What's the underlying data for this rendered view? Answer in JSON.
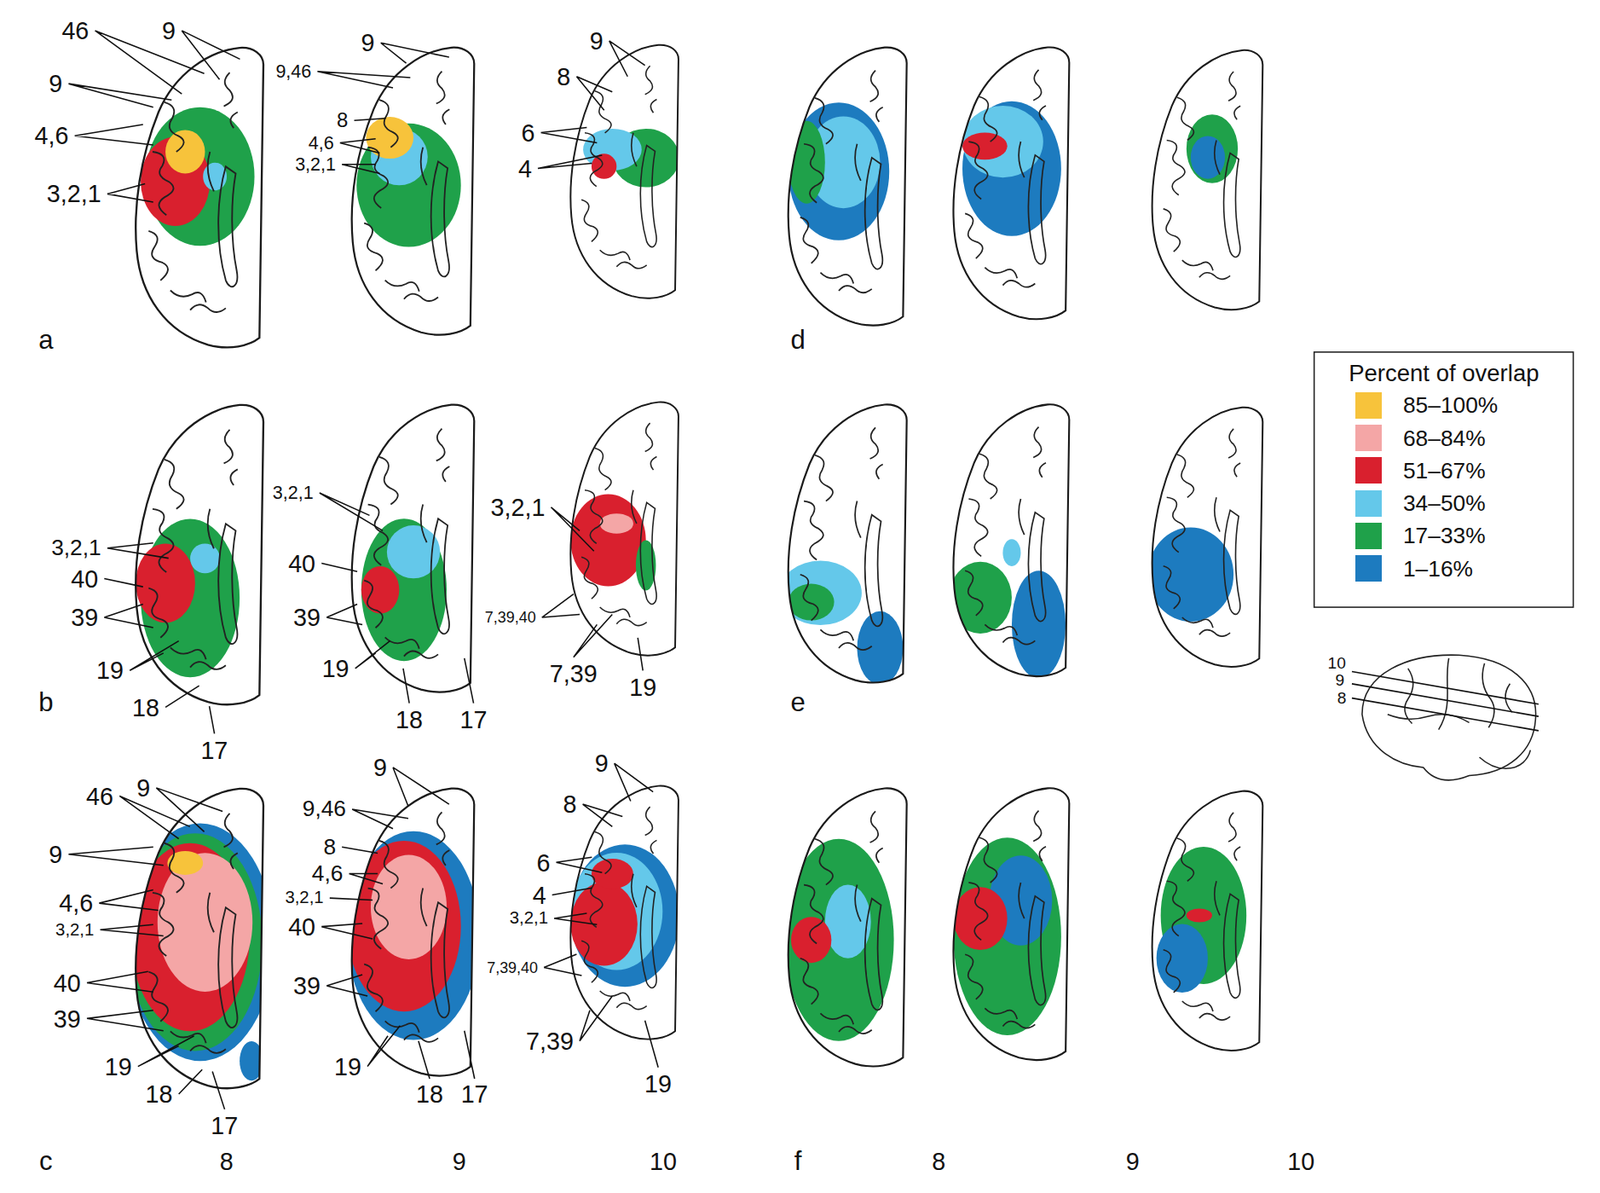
{
  "diagram": {
    "labels": [
      "a",
      "46",
      "9",
      "9",
      "4,6",
      "3,2,1",
      "9",
      "9,46",
      "8",
      "4,6",
      "3,2,1",
      "9",
      "8",
      "6",
      "4",
      "d",
      "b",
      "3,2,1",
      "40",
      "39",
      "19",
      "18",
      "17",
      "3,2,1",
      "40",
      "39",
      "19",
      "18",
      "17",
      "3,2,1",
      "7,39,40",
      "7,39",
      "19",
      "e",
      "c",
      "9",
      "46",
      "9",
      "4,6",
      "3,2,1",
      "40",
      "39",
      "19",
      "18",
      "17",
      "9",
      "9,46",
      "8",
      "4,6",
      "3,2,1",
      "40",
      "39",
      "19",
      "18",
      "17",
      "9",
      "8",
      "6",
      "4",
      "3,2,1",
      "7,39,40",
      "7,39",
      "19",
      "f",
      "8",
      "9",
      "10",
      "8",
      "9",
      "10",
      "10",
      "9",
      "8",
      "Percent of overlap"
    ],
    "legend": [
      {
        "text": "85–100%",
        "color": "#f7c33b"
      },
      {
        "text": "68–84%",
        "color": "#f4a6a6"
      },
      {
        "text": "51–67%",
        "color": "#d9202e"
      },
      {
        "text": "34–50%",
        "color": "#64c8ea"
      },
      {
        "text": "17–33%",
        "color": "#1fa14a"
      },
      {
        "text": "1–16%",
        "color": "#1d7bbf"
      }
    ]
  }
}
